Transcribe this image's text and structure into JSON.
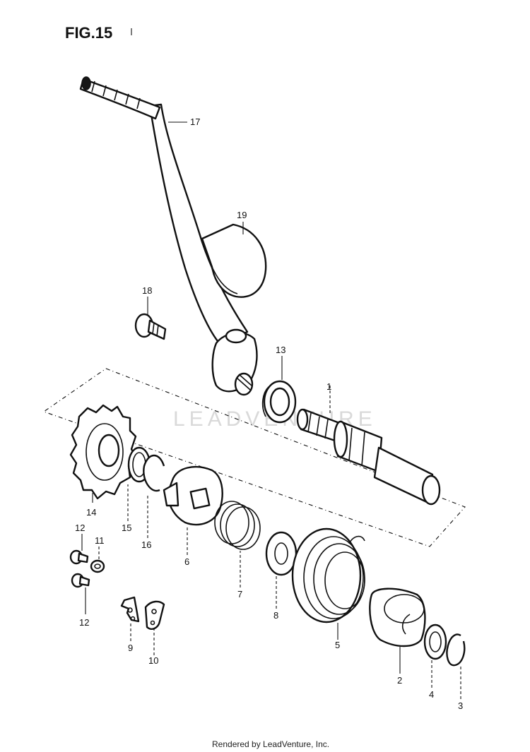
{
  "figure": {
    "title": "FIG.15",
    "watermark": "LEADVENTURE",
    "footer": "Rendered by LeadVenture, Inc."
  },
  "callouts": {
    "p1": "1",
    "p2": "2",
    "p3": "3",
    "p4": "4",
    "p5": "5",
    "p6": "6",
    "p7": "7",
    "p8": "8",
    "p9": "9",
    "p10": "10",
    "p11": "11",
    "p12a": "12",
    "p12b": "12",
    "p13": "13",
    "p14": "14",
    "p15": "15",
    "p16": "16",
    "p17": "17",
    "p18": "18",
    "p19": "19"
  },
  "colors": {
    "ink": "#111111",
    "paper": "#ffffff",
    "watermark": "#d9d9d9"
  }
}
